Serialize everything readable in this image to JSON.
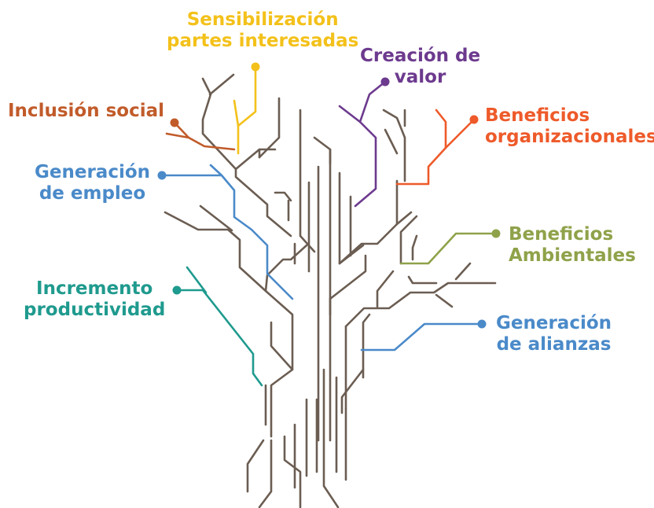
{
  "colors": {
    "trunk": "#6b5d52",
    "yellow": "#f3c11a",
    "purple": "#6c3a8e",
    "orange_red": "#ee5a2a",
    "rust": "#c15b2a",
    "blue": "#4a8ac9",
    "olive": "#8fa24a",
    "teal": "#1f9a8e"
  },
  "labels": {
    "sensibilizacion": {
      "line1": "Sensibilización",
      "line2": "partes interesadas",
      "color": "#f3c11a"
    },
    "creacion_valor": {
      "line1": "Creación de",
      "line2": "valor",
      "color": "#6c3a8e"
    },
    "inclusion_social": {
      "line1": "Inclusión social",
      "color": "#c15b2a"
    },
    "beneficios_organizacionales": {
      "line1": "Beneficios",
      "line2": "organizacionales",
      "color": "#ee5a2a"
    },
    "generacion_empleo": {
      "line1": "Generación",
      "line2": "de empleo",
      "color": "#4a8ac9"
    },
    "beneficios_ambientales": {
      "line1": "Beneficios",
      "line2": "Ambientales",
      "color": "#8fa24a"
    },
    "incremento_productividad": {
      "line1": "Incremento",
      "line2": "productividad",
      "color": "#1f9a8e"
    },
    "generacion_alianzas": {
      "line1": "Generación",
      "line2": "de alianzas",
      "color": "#4a8ac9"
    }
  }
}
